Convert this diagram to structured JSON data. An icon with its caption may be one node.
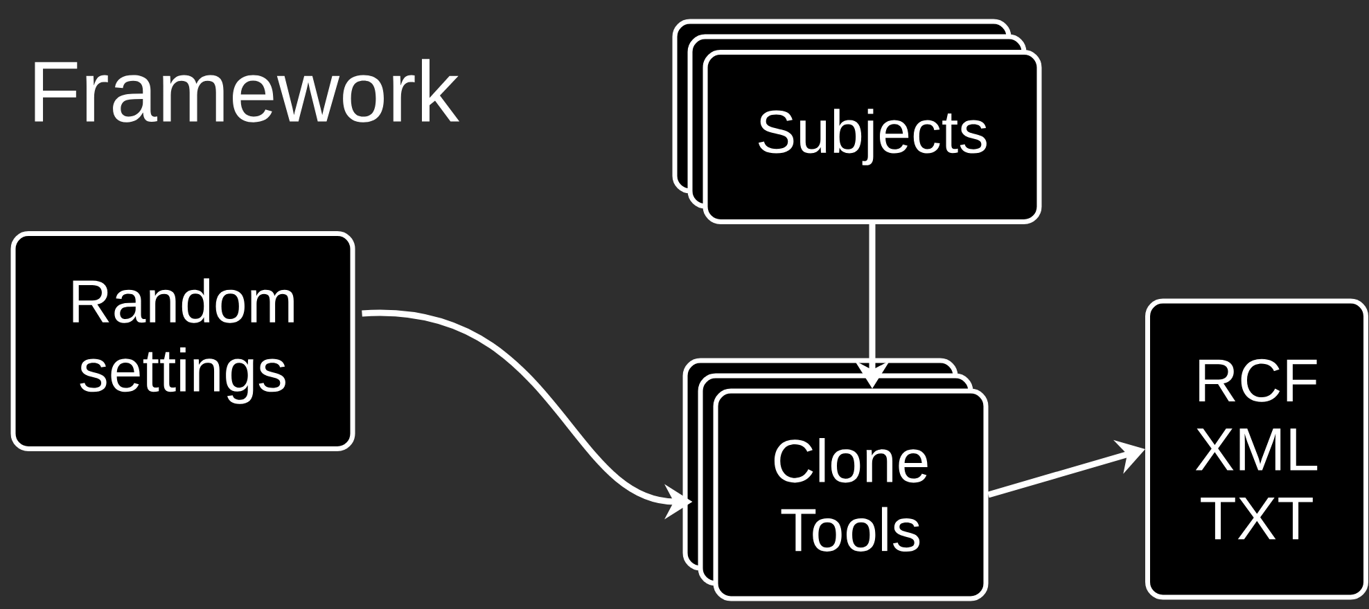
{
  "diagram": {
    "title": "Framework",
    "nodes": [
      {
        "text": [
          "Subjects"
        ]
      },
      {
        "text": [
          "Random settings"
        ]
      },
      {
        "text": [
          "Clone Tools"
        ]
      },
      {
        "text": [
          "RCF XML TXT"
        ]
      }
    ],
    "edges": [
      {
        "from": 0,
        "to": 2,
        "arrow": "to"
      },
      {
        "from": 1,
        "to": 2,
        "arrow": "to"
      },
      {
        "from": 2,
        "to": 3,
        "arrow": "to"
      }
    ]
  }
}
